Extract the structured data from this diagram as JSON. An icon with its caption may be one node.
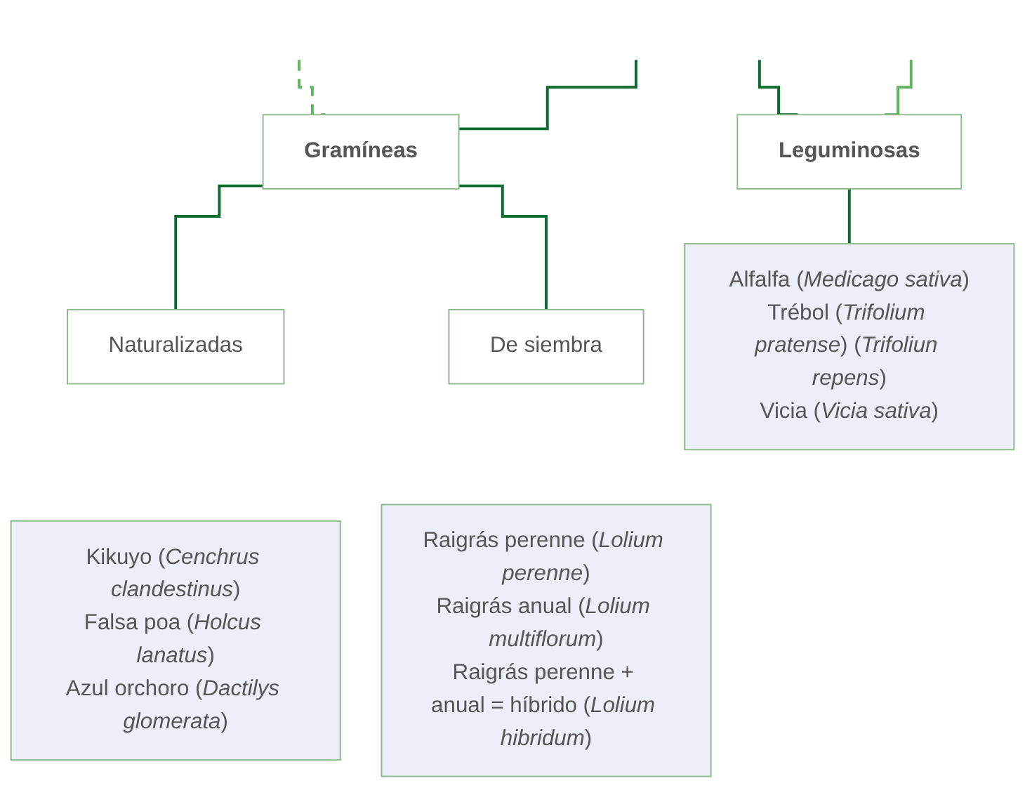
{
  "diagram": {
    "nodes": [
      {
        "text": [
          "Gramíneas"
        ]
      },
      {
        "text": [
          "Leguminosas"
        ]
      },
      {
        "text": [
          "Naturalizadas"
        ]
      },
      {
        "text": [
          "De siembra"
        ]
      },
      {
        "text": [
          "Kikuyo (*Cenchrus clandestinus*)",
          "Falsa poa (*Holcus lanatus*)",
          "Azul orchoro (*Dactilys glomerata*)"
        ]
      },
      {
        "text": [
          "Raigrás perenne (*Lolium perenne*)",
          "Raigrás anual (*Lolium multiflorum*)",
          "Raigrás perenne + anual = híbrido (*Lolium hibridum*)"
        ]
      },
      {
        "text": [
          "Alfalfa (*Medicago sativa*)",
          "Trébol (*Trifolium pratense*) (*Trifoliun repens*)",
          "Vicia (*Vicia sativa*)"
        ]
      }
    ],
    "edges": [
      {
        "from": null,
        "to": 0,
        "arrow": "none",
        "style": "dashed",
        "color": "#5db55d"
      },
      {
        "from": null,
        "to": 0,
        "arrow": "none"
      },
      {
        "from": null,
        "to": 1,
        "arrow": "none"
      },
      {
        "from": null,
        "to": 1,
        "arrow": "none",
        "color": "#5db55d"
      },
      {
        "from": 0,
        "to": 2,
        "arrow": "none"
      },
      {
        "from": 0,
        "to": 3,
        "arrow": "none"
      },
      {
        "from": 1,
        "to": 6,
        "arrow": "none"
      }
    ]
  }
}
